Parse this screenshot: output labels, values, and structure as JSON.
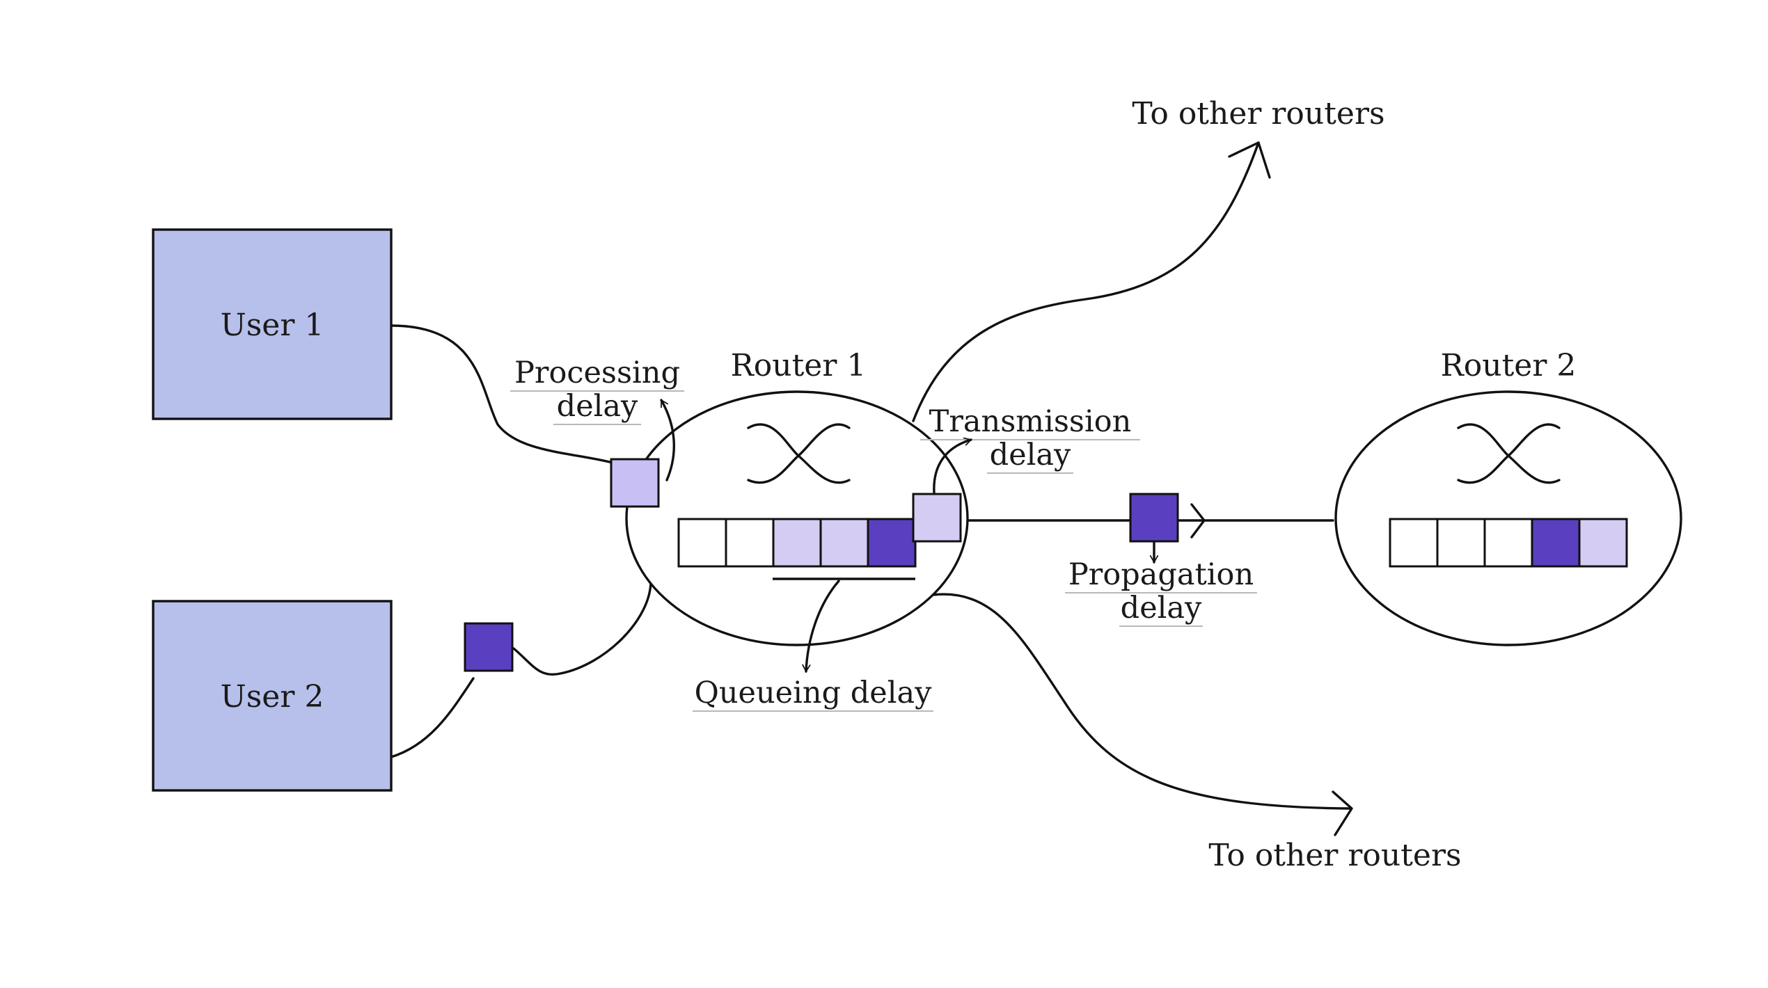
{
  "colors": {
    "user_box": "#b7c0ea",
    "packet_light": "#d4ccf2",
    "packet_in": "#c8c0f5",
    "packet_dark": "#5a40c0",
    "slot_empty": "#ffffff",
    "stroke": "#111111"
  },
  "users": [
    {
      "label": "User 1"
    },
    {
      "label": "User 2"
    }
  ],
  "routers": [
    {
      "label": "Router 1",
      "switch_icon": "crossover-switch-icon",
      "queue": [
        "empty",
        "empty",
        "light",
        "light",
        "dark"
      ]
    },
    {
      "label": "Router 2",
      "switch_icon": "crossover-switch-icon",
      "queue": [
        "empty",
        "empty",
        "empty",
        "dark",
        "light"
      ]
    }
  ],
  "delays": {
    "processing": {
      "line1": "Processing",
      "line2": "delay"
    },
    "queueing": {
      "line1": "Queueing delay"
    },
    "transmission": {
      "line1": "Transmission",
      "line2": "delay"
    },
    "propagation": {
      "line1": "Propagation",
      "line2": "delay"
    }
  },
  "destinations": {
    "top": "To other routers",
    "bottom": "To other routers"
  }
}
